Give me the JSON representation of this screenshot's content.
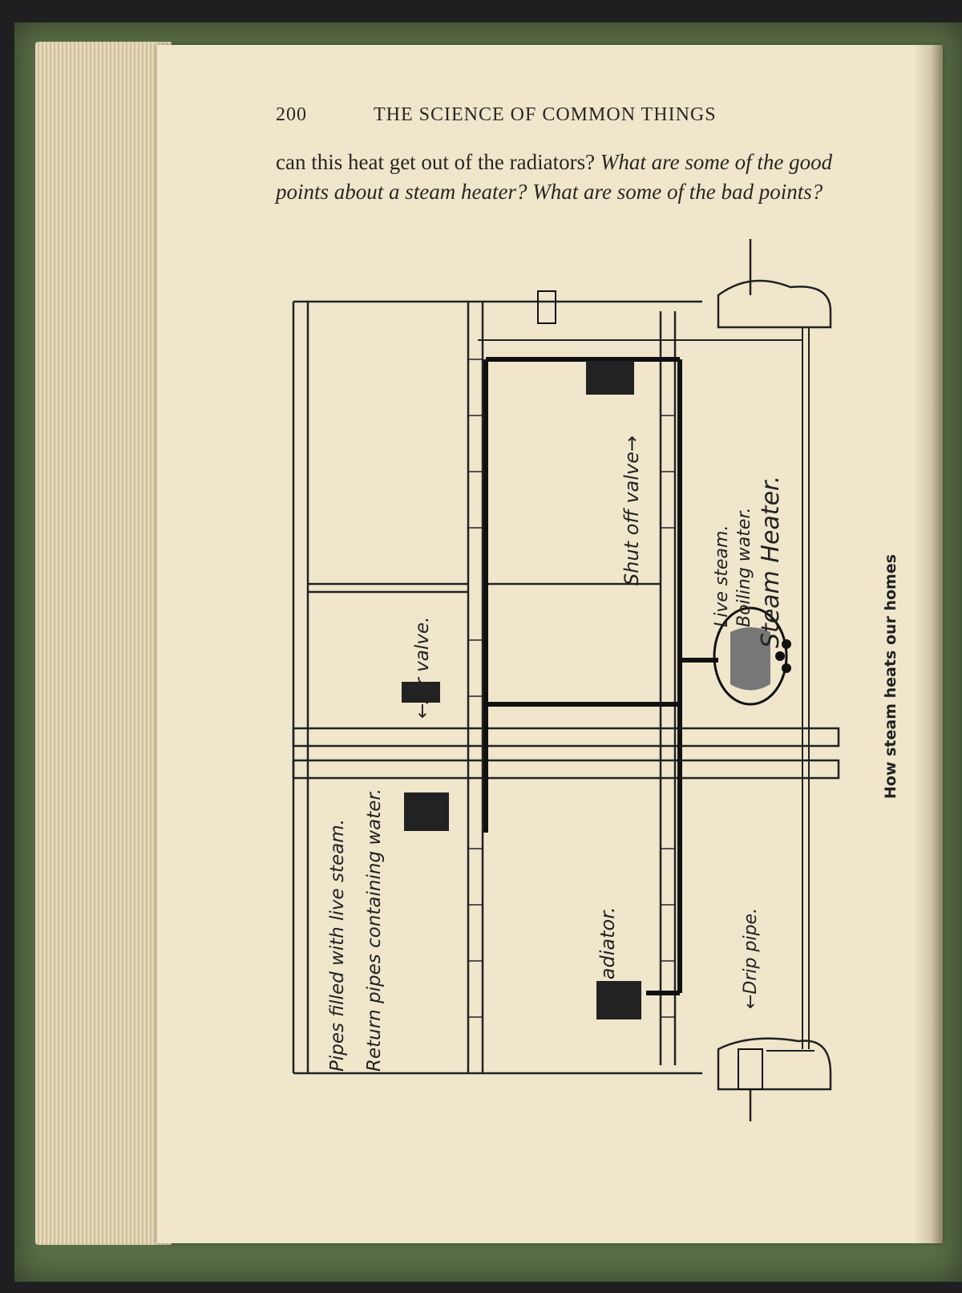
{
  "page": {
    "page_number": "200",
    "running_title": "THE SCIENCE OF COMMON THINGS",
    "body_plain": "can this heat get out of the radiators?",
    "body_questions": "What are some of the good points about a steam heater? What are some of the bad points?"
  },
  "figure": {
    "labels": {
      "shutoff_valve": "Shut off valve→",
      "live_steam": "Live steam.",
      "boiling_water": "Boiling water.",
      "steam_heater": "Steam Heater.",
      "air_valve": "←Air valve.",
      "radiator": "←Radiator.",
      "drip_pipe": "←Drip pipe."
    },
    "legend": {
      "live_steam_pipes": "Pipes filled with live steam.",
      "return_pipes": "Return pipes containing water."
    },
    "caption": "How steam heats our homes"
  }
}
